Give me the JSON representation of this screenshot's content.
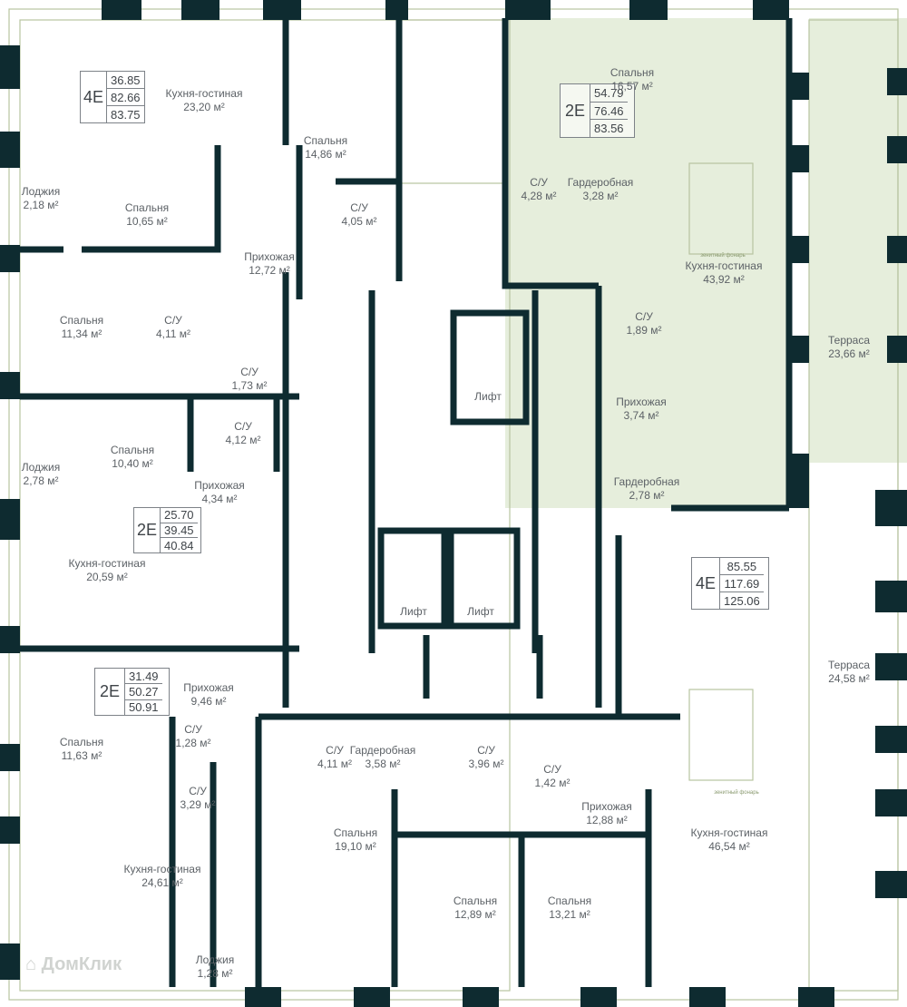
{
  "colors": {
    "wall": "#0e2b30",
    "highlight": "#e6eedc",
    "line": "#b8c4a0"
  },
  "watermark": "ДомКлик",
  "skylight_label": "зенитный фонарь",
  "apartments": [
    {
      "type": "4Е",
      "areas": [
        "36.85",
        "82.66",
        "83.75"
      ]
    },
    {
      "type": "2Е",
      "areas": [
        "54.79",
        "76.46",
        "83.56"
      ],
      "highlighted": true
    },
    {
      "type": "2Е",
      "areas": [
        "25.70",
        "39.45",
        "40.84"
      ]
    },
    {
      "type": "4Е",
      "areas": [
        "85.55",
        "117.69",
        "125.06"
      ]
    },
    {
      "type": "2Е",
      "areas": [
        "31.49",
        "50.27",
        "50.91"
      ]
    }
  ],
  "rooms": [
    {
      "name": "Кухня-гостиная",
      "area": "23,20 м²"
    },
    {
      "name": "Спальня",
      "area": "14,86 м²"
    },
    {
      "name": "Лоджия",
      "area": "2,18 м²"
    },
    {
      "name": "Спальня",
      "area": "10,65 м²"
    },
    {
      "name": "С/У",
      "area": "4,05 м²"
    },
    {
      "name": "Прихожая",
      "area": "12,72 м²"
    },
    {
      "name": "Спальня",
      "area": "11,34 м²"
    },
    {
      "name": "С/У",
      "area": "4,11 м²"
    },
    {
      "name": "С/У",
      "area": "1,73 м²"
    },
    {
      "name": "Лифт",
      "area": ""
    },
    {
      "name": "Спальня",
      "area": "10,40 м²"
    },
    {
      "name": "С/У",
      "area": "4,12 м²"
    },
    {
      "name": "Лоджия",
      "area": "2,78 м²"
    },
    {
      "name": "Прихожая",
      "area": "4,34 м²"
    },
    {
      "name": "Кухня-гостиная",
      "area": "20,59 м²"
    },
    {
      "name": "Лифт",
      "area": ""
    },
    {
      "name": "Лифт",
      "area": ""
    },
    {
      "name": "Прихожая",
      "area": "9,46 м²"
    },
    {
      "name": "Спальня",
      "area": "11,63 м²"
    },
    {
      "name": "С/У",
      "area": "1,28 м²"
    },
    {
      "name": "С/У",
      "area": "3,29 м²"
    },
    {
      "name": "С/У",
      "area": "4,11 м²"
    },
    {
      "name": "Гардеробная",
      "area": "3,58 м²"
    },
    {
      "name": "С/У",
      "area": "3,96 м²"
    },
    {
      "name": "С/У",
      "area": "1,42 м²"
    },
    {
      "name": "Кухня-гостиная",
      "area": "24,61 м²"
    },
    {
      "name": "Прихожая",
      "area": "12,88 м²"
    },
    {
      "name": "Спальня",
      "area": "19,10 м²"
    },
    {
      "name": "Кухня-гостиная",
      "area": "46,54 м²"
    },
    {
      "name": "Спальня",
      "area": "12,89 м²"
    },
    {
      "name": "Спальня",
      "area": "13,21 м²"
    },
    {
      "name": "Лоджия",
      "area": "1,28 м²"
    },
    {
      "name": "Спальня",
      "area": "16,57 м²"
    },
    {
      "name": "С/У",
      "area": "4,28 м²"
    },
    {
      "name": "Гардеробная",
      "area": "3,28 м²"
    },
    {
      "name": "Кухня-гостиная",
      "area": "43,92 м²"
    },
    {
      "name": "Терраса",
      "area": "23,66 м²"
    },
    {
      "name": "С/У",
      "area": "1,89 м²"
    },
    {
      "name": "Прихожая",
      "area": "3,74 м²"
    },
    {
      "name": "Гардеробная",
      "area": "2,78 м²"
    },
    {
      "name": "Терраса",
      "area": "24,58 м²"
    }
  ]
}
